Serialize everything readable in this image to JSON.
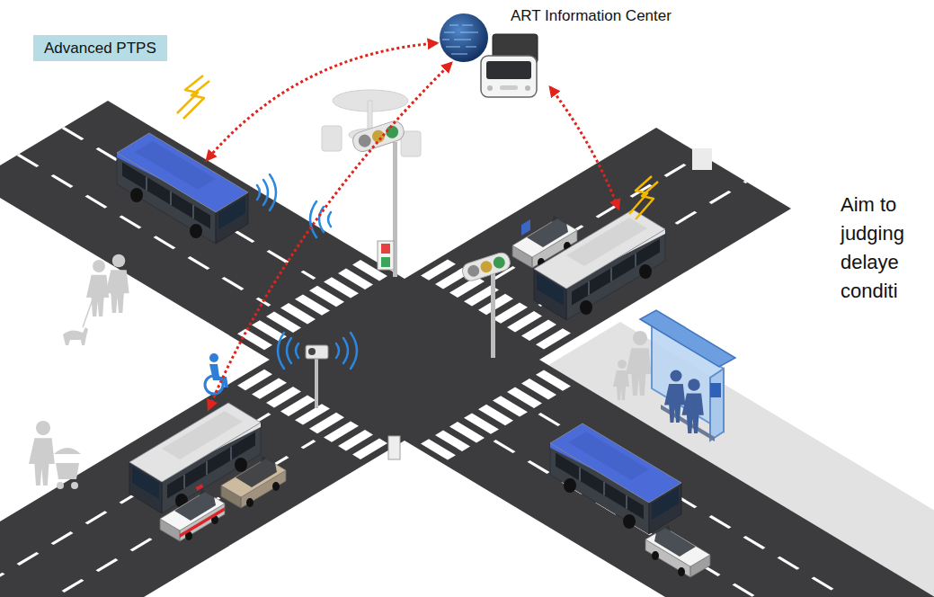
{
  "diagram": {
    "nodes": [
      {
        "text": [
          "Advanced PTPS"
        ]
      },
      {
        "text": [
          "ART Information Center"
        ]
      }
    ],
    "labels": [
      "Aim to judging delaye conditi"
    ]
  }
}
